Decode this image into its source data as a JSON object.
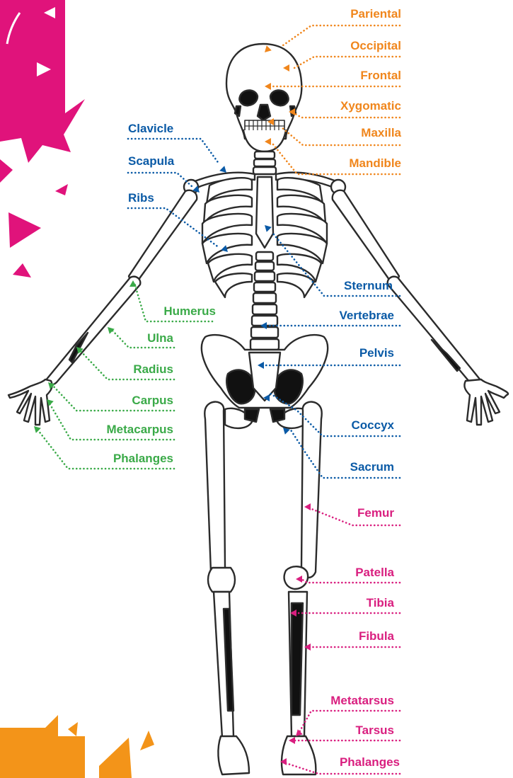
{
  "colors": {
    "head": "#f0861c",
    "trunk": "#0a5aa6",
    "arm": "#3aaa48",
    "leg": "#d91e7f",
    "pink_decor": "#e0137b",
    "orange_decor": "#f39419",
    "bone_stroke": "#2b2b2b"
  },
  "labels": {
    "head": {
      "pariental": "Pariental",
      "occipital": "Occipital",
      "frontal": "Frontal",
      "xygomatic": "Xygomatic",
      "maxilla": "Maxilla",
      "mandible": "Mandible"
    },
    "trunk": {
      "clavicle": "Clavicle",
      "scapula": "Scapula",
      "ribs": "Ribs",
      "sternum": "Sternum",
      "vertebrae": "Vertebrae",
      "pelvis": "Pelvis",
      "coccyx": "Coccyx",
      "sacrum": "Sacrum"
    },
    "arm": {
      "humerus": "Humerus",
      "ulna": "Ulna",
      "radius": "Radius",
      "carpus": "Carpus",
      "metacarpus": "Metacarpus",
      "phalanges": "Phalanges"
    },
    "leg": {
      "femur": "Femur",
      "patella": "Patella",
      "tibia": "Tibia",
      "fibula": "Fibula",
      "metatarsus": "Metatarsus",
      "tarsus": "Tarsus",
      "phalanges": "Phalanges"
    }
  }
}
